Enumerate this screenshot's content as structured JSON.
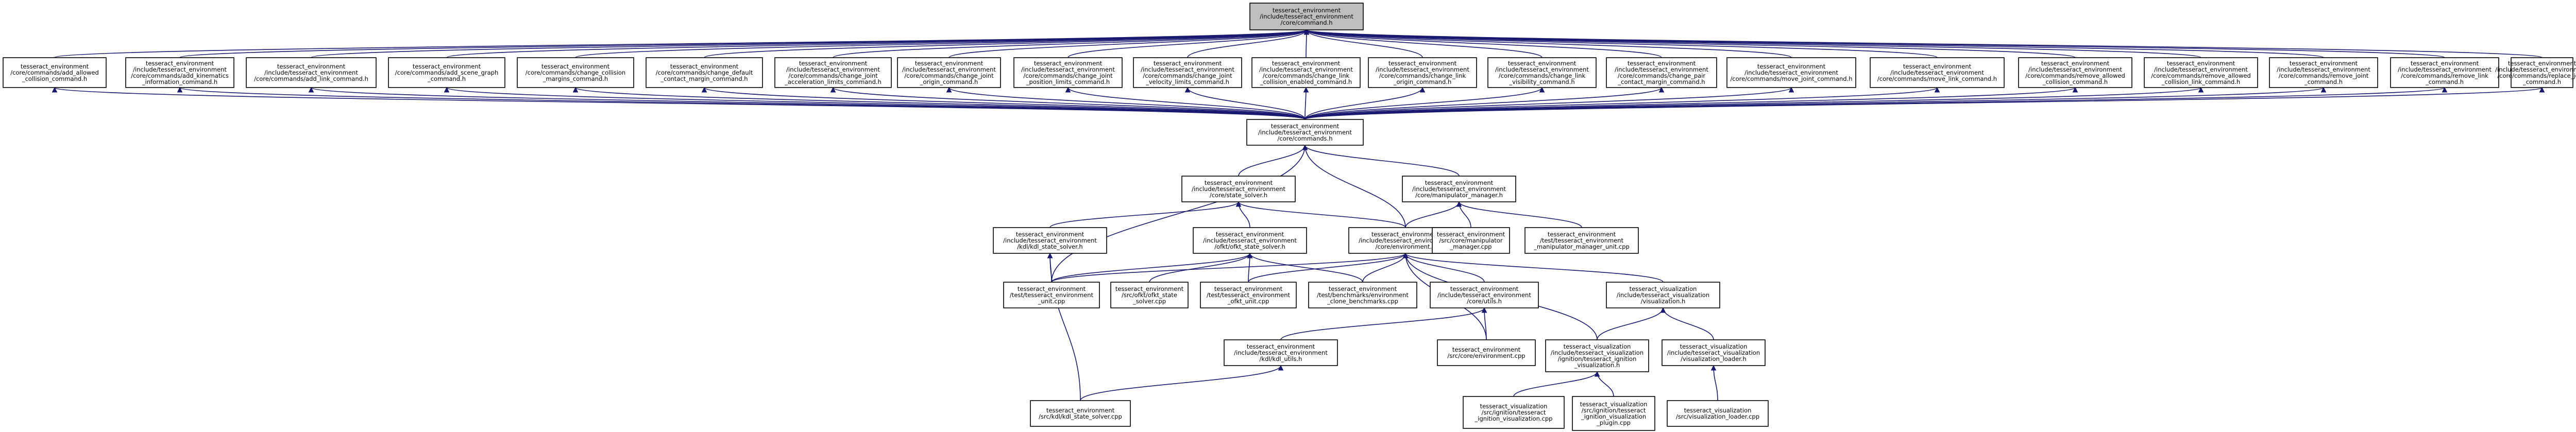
{
  "graph": {
    "nodes": [
      {
        "id": "root",
        "lines": [
          "tesseract_environment",
          "/include/tesseract_environment",
          "/core/command.h"
        ],
        "root": true
      },
      {
        "id": "add_allowed_collision",
        "lines": [
          "tesseract_environment",
          "/core/commands/add_allowed",
          "_collision_command.h"
        ]
      },
      {
        "id": "add_kinematics_info",
        "lines": [
          "tesseract_environment",
          "/include/tesseract_environment",
          "/core/commands/add_kinematics",
          "_information_command.h"
        ]
      },
      {
        "id": "add_link",
        "lines": [
          "tesseract_environment",
          "/include/tesseract_environment",
          "/core/commands/add_link_command.h"
        ]
      },
      {
        "id": "add_scene_graph",
        "lines": [
          "tesseract_environment",
          "/core/commands/add_scene_graph",
          "_command.h"
        ]
      },
      {
        "id": "change_collision_margins",
        "lines": [
          "tesseract_environment",
          "/core/commands/change_collision",
          "_margins_command.h"
        ]
      },
      {
        "id": "change_default_contact_margin",
        "lines": [
          "tesseract_environment",
          "/core/commands/change_default",
          "_contact_margin_command.h"
        ]
      },
      {
        "id": "change_joint_acceleration",
        "lines": [
          "tesseract_environment",
          "/include/tesseract_environment",
          "/core/commands/change_joint",
          "_acceleration_limits_command.h"
        ]
      },
      {
        "id": "change_joint_origin",
        "lines": [
          "tesseract_environment",
          "/include/tesseract_environment",
          "/core/commands/change_joint",
          "_origin_command.h"
        ]
      },
      {
        "id": "change_joint_position",
        "lines": [
          "tesseract_environment",
          "/include/tesseract_environment",
          "/core/commands/change_joint",
          "_position_limits_command.h"
        ]
      },
      {
        "id": "change_joint_velocity",
        "lines": [
          "tesseract_environment",
          "/include/tesseract_environment",
          "/core/commands/change_joint",
          "_velocity_limits_command.h"
        ]
      },
      {
        "id": "change_link_collision_enabled",
        "lines": [
          "tesseract_environment",
          "/include/tesseract_environment",
          "/core/commands/change_link",
          "_collision_enabled_command.h"
        ]
      },
      {
        "id": "change_link_origin",
        "lines": [
          "tesseract_environment",
          "/include/tesseract_environment",
          "/core/commands/change_link",
          "_origin_command.h"
        ]
      },
      {
        "id": "change_link_visibility",
        "lines": [
          "tesseract_environment",
          "/include/tesseract_environment",
          "/core/commands/change_link",
          "_visibility_command.h"
        ]
      },
      {
        "id": "change_pair_contact_margin",
        "lines": [
          "tesseract_environment",
          "/include/tesseract_environment",
          "/core/commands/change_pair",
          "_contact_margin_command.h"
        ]
      },
      {
        "id": "move_joint",
        "lines": [
          "tesseract_environment",
          "/include/tesseract_environment",
          "/core/commands/move_joint_command.h"
        ]
      },
      {
        "id": "move_link",
        "lines": [
          "tesseract_environment",
          "/include/tesseract_environment",
          "/core/commands/move_link_command.h"
        ]
      },
      {
        "id": "remove_allowed_collision",
        "lines": [
          "tesseract_environment",
          "/include/tesseract_environment",
          "/core/commands/remove_allowed",
          "_collision_command.h"
        ]
      },
      {
        "id": "remove_allowed_collision_link",
        "lines": [
          "tesseract_environment",
          "/include/tesseract_environment",
          "/core/commands/remove_allowed",
          "_collision_link_command.h"
        ]
      },
      {
        "id": "remove_joint",
        "lines": [
          "tesseract_environment",
          "/include/tesseract_environment",
          "/core/commands/remove_joint",
          "_command.h"
        ]
      },
      {
        "id": "remove_link",
        "lines": [
          "tesseract_environment",
          "/include/tesseract_environment",
          "/core/commands/remove_link",
          "_command.h"
        ]
      },
      {
        "id": "replace_joint",
        "lines": [
          "tesseract_environment",
          "/include/tesseract_environment",
          "/core/commands/replace_joint",
          "_command.h"
        ]
      },
      {
        "id": "commands",
        "lines": [
          "tesseract_environment",
          "/include/tesseract_environment",
          "/core/commands.h"
        ]
      },
      {
        "id": "state_solver",
        "lines": [
          "tesseract_environment",
          "/include/tesseract_environment",
          "/core/state_solver.h"
        ]
      },
      {
        "id": "manipulator_manager",
        "lines": [
          "tesseract_environment",
          "/include/tesseract_environment",
          "/core/manipulator_manager.h"
        ]
      },
      {
        "id": "kdl_state_solver",
        "lines": [
          "tesseract_environment",
          "/include/tesseract_environment",
          "/kdl/kdl_state_solver.h"
        ]
      },
      {
        "id": "ofkt_state_solver",
        "lines": [
          "tesseract_environment",
          "/include/tesseract_environment",
          "/ofkt/ofkt_state_solver.h"
        ]
      },
      {
        "id": "environment",
        "lines": [
          "tesseract_environment",
          "/include/tesseract_environment",
          "/core/environment.h"
        ]
      },
      {
        "id": "manipulator_manager_cpp",
        "lines": [
          "tesseract_environment",
          "/src/core/manipulator",
          "_manager.cpp"
        ]
      },
      {
        "id": "manipulator_manager_unit",
        "lines": [
          "tesseract_environment",
          "/test/tesseract_environment",
          "_manipulator_manager_unit.cpp"
        ]
      },
      {
        "id": "env_unit",
        "lines": [
          "tesseract_environment",
          "/test/tesseract_environment",
          "_unit.cpp"
        ]
      },
      {
        "id": "ofkt_state_solver_cpp",
        "lines": [
          "tesseract_environment",
          "/src/ofkt/ofkt_state",
          "_solver.cpp"
        ]
      },
      {
        "id": "ofkt_unit",
        "lines": [
          "tesseract_environment",
          "/test/tesseract_environment",
          "_ofkt_unit.cpp"
        ]
      },
      {
        "id": "clone_benchmarks",
        "lines": [
          "tesseract_environment",
          "/test/benchmarks/environment",
          "_clone_benchmarks.cpp"
        ]
      },
      {
        "id": "core_utils",
        "lines": [
          "tesseract_environment",
          "/include/tesseract_environment",
          "/core/utils.h"
        ]
      },
      {
        "id": "vis_visualization",
        "lines": [
          "tesseract_visualization",
          "/include/tesseract_visualization",
          "/visualization.h"
        ]
      },
      {
        "id": "kdl_utils",
        "lines": [
          "tesseract_environment",
          "/include/tesseract_environment",
          "/kdl/kdl_utils.h"
        ]
      },
      {
        "id": "environment_cpp",
        "lines": [
          "tesseract_environment",
          "/src/core/environment.cpp"
        ]
      },
      {
        "id": "ignition_visualization_h",
        "lines": [
          "tesseract_visualization",
          "/include/tesseract_visualization",
          "/ignition/tesseract_ignition",
          "_visualization.h"
        ]
      },
      {
        "id": "visualization_loader_h",
        "lines": [
          "tesseract_visualization",
          "/include/tesseract_visualization",
          "/visualization_loader.h"
        ]
      },
      {
        "id": "kdl_state_solver_cpp",
        "lines": [
          "tesseract_environment",
          "/src/kdl/kdl_state_solver.cpp"
        ]
      },
      {
        "id": "ignition_visualization_cpp",
        "lines": [
          "tesseract_visualization",
          "/src/ignition/tesseract",
          "_ignition_visualization.cpp"
        ]
      },
      {
        "id": "ignition_plugin_cpp",
        "lines": [
          "tesseract_visualization",
          "/src/ignition/tesseract",
          "_ignition_visualization",
          "_plugin.cpp"
        ]
      },
      {
        "id": "visualization_loader_cpp",
        "lines": [
          "tesseract_visualization",
          "/src/visualization_loader.cpp"
        ]
      }
    ],
    "edges": [
      [
        "add_allowed_collision",
        "root"
      ],
      [
        "add_kinematics_info",
        "root"
      ],
      [
        "add_link",
        "root"
      ],
      [
        "add_scene_graph",
        "root"
      ],
      [
        "change_collision_margins",
        "root"
      ],
      [
        "change_default_contact_margin",
        "root"
      ],
      [
        "change_joint_acceleration",
        "root"
      ],
      [
        "change_joint_origin",
        "root"
      ],
      [
        "change_joint_position",
        "root"
      ],
      [
        "change_joint_velocity",
        "root"
      ],
      [
        "change_link_collision_enabled",
        "root"
      ],
      [
        "change_link_origin",
        "root"
      ],
      [
        "change_link_visibility",
        "root"
      ],
      [
        "change_pair_contact_margin",
        "root"
      ],
      [
        "move_joint",
        "root"
      ],
      [
        "move_link",
        "root"
      ],
      [
        "remove_allowed_collision",
        "root"
      ],
      [
        "remove_allowed_collision_link",
        "root"
      ],
      [
        "remove_joint",
        "root"
      ],
      [
        "remove_link",
        "root"
      ],
      [
        "replace_joint",
        "root"
      ],
      [
        "commands",
        "add_allowed_collision"
      ],
      [
        "commands",
        "add_kinematics_info"
      ],
      [
        "commands",
        "add_link"
      ],
      [
        "commands",
        "add_scene_graph"
      ],
      [
        "commands",
        "change_collision_margins"
      ],
      [
        "commands",
        "change_default_contact_margin"
      ],
      [
        "commands",
        "change_joint_acceleration"
      ],
      [
        "commands",
        "change_joint_origin"
      ],
      [
        "commands",
        "change_joint_position"
      ],
      [
        "commands",
        "change_joint_velocity"
      ],
      [
        "commands",
        "change_link_collision_enabled"
      ],
      [
        "commands",
        "change_link_origin"
      ],
      [
        "commands",
        "change_link_visibility"
      ],
      [
        "commands",
        "change_pair_contact_margin"
      ],
      [
        "commands",
        "move_joint"
      ],
      [
        "commands",
        "move_link"
      ],
      [
        "commands",
        "remove_allowed_collision"
      ],
      [
        "commands",
        "remove_allowed_collision_link"
      ],
      [
        "commands",
        "remove_joint"
      ],
      [
        "commands",
        "remove_link"
      ],
      [
        "commands",
        "replace_joint"
      ],
      [
        "state_solver",
        "commands"
      ],
      [
        "manipulator_manager",
        "commands"
      ],
      [
        "environment",
        "commands"
      ],
      [
        "env_unit",
        "commands"
      ],
      [
        "kdl_state_solver",
        "state_solver"
      ],
      [
        "ofkt_state_solver",
        "state_solver"
      ],
      [
        "environment",
        "state_solver"
      ],
      [
        "environment",
        "manipulator_manager"
      ],
      [
        "manipulator_manager_cpp",
        "manipulator_manager"
      ],
      [
        "manipulator_manager_unit",
        "manipulator_manager"
      ],
      [
        "env_unit",
        "kdl_state_solver"
      ],
      [
        "kdl_state_solver_cpp",
        "kdl_state_solver"
      ],
      [
        "env_unit",
        "ofkt_state_solver"
      ],
      [
        "ofkt_state_solver_cpp",
        "ofkt_state_solver"
      ],
      [
        "ofkt_unit",
        "ofkt_state_solver"
      ],
      [
        "clone_benchmarks",
        "ofkt_state_solver"
      ],
      [
        "env_unit",
        "environment"
      ],
      [
        "ofkt_unit",
        "environment"
      ],
      [
        "clone_benchmarks",
        "environment"
      ],
      [
        "core_utils",
        "environment"
      ],
      [
        "vis_visualization",
        "environment"
      ],
      [
        "environment_cpp",
        "environment"
      ],
      [
        "ignition_visualization_h",
        "environment"
      ],
      [
        "kdl_utils",
        "core_utils"
      ],
      [
        "environment_cpp",
        "core_utils"
      ],
      [
        "kdl_state_solver_cpp",
        "kdl_utils"
      ],
      [
        "ignition_visualization_h",
        "vis_visualization"
      ],
      [
        "visualization_loader_h",
        "vis_visualization"
      ],
      [
        "ignition_visualization_cpp",
        "ignition_visualization_h"
      ],
      [
        "ignition_plugin_cpp",
        "ignition_visualization_h"
      ],
      [
        "visualization_loader_cpp",
        "visualization_loader_h"
      ]
    ]
  }
}
